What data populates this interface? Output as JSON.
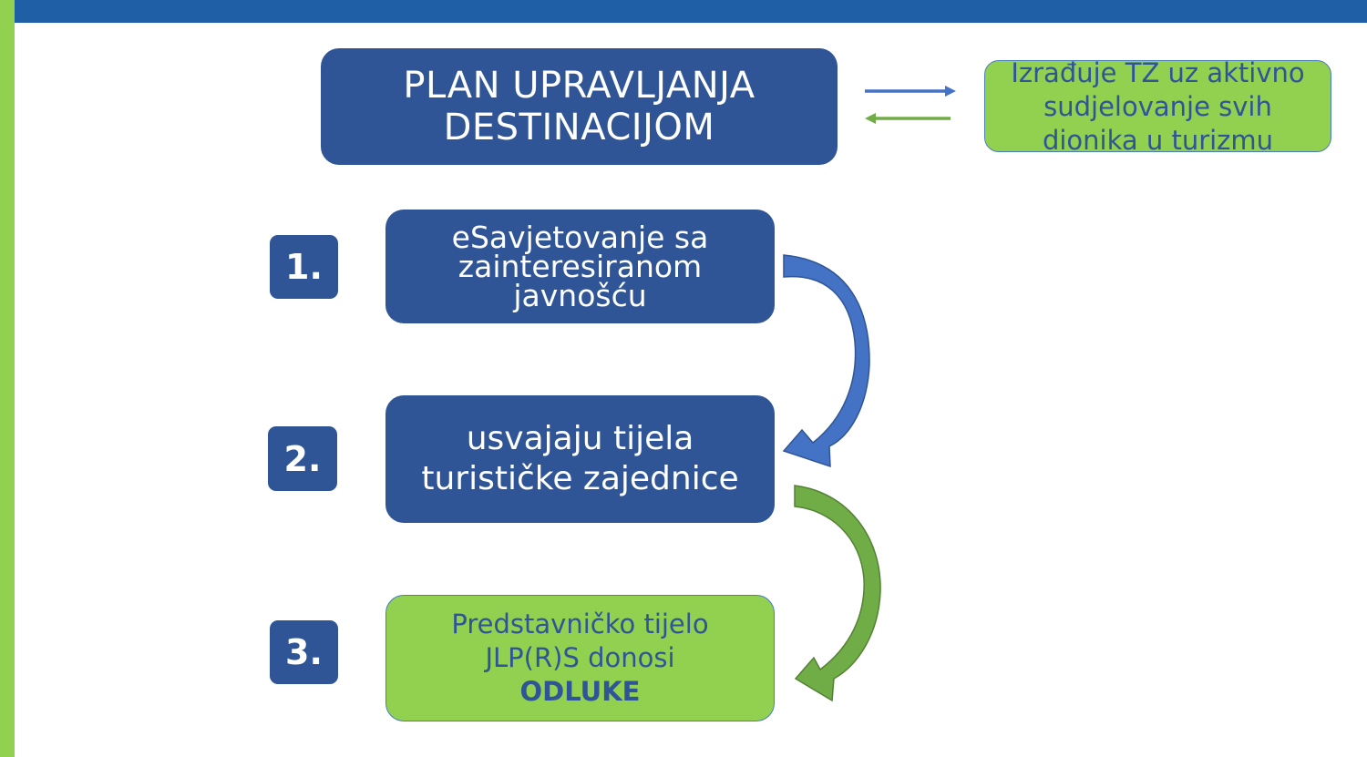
{
  "title_box": {
    "lines": [
      "PLAN UPRAVLJANJA",
      "DESTINACIJOM"
    ]
  },
  "side_note": {
    "lines": [
      "Izrađuje TZ uz aktivno",
      "sudjelovanje svih",
      "dionika u turizmu"
    ]
  },
  "steps": [
    {
      "number": "1.",
      "lines": [
        "eSavjetovanje sa",
        "zainteresiranom",
        "javnošću"
      ]
    },
    {
      "number": "2.",
      "lines": [
        "usvajaju tijela",
        "turističke zajednice"
      ]
    },
    {
      "number": "3.",
      "lines": [
        "Predstavničko tijelo",
        "JLP(R)S donosi"
      ],
      "emphasis": "ODLUKE"
    }
  ],
  "colors": {
    "navy": "#2f5597",
    "green": "#92d050",
    "top_bar": "#1f5fa6",
    "arrow_blue": "#4472c4",
    "arrow_green": "#70ad47"
  }
}
